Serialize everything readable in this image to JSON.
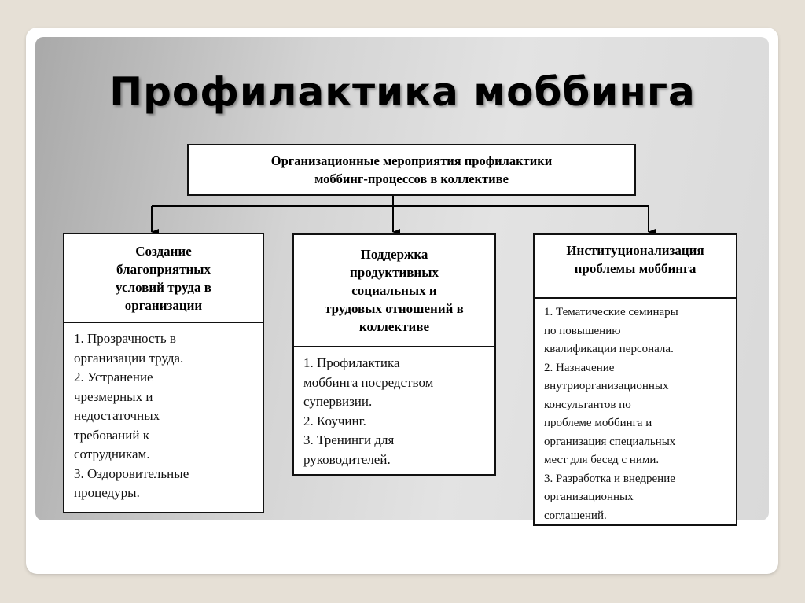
{
  "title": "Профилактика моббинга",
  "top_box": "Организационные мероприятия профилактики\nмоббинг-процессов в коллективе",
  "columns": [
    {
      "heading": "Создание\nблагоприятных\nусловий труда в\nорганизации",
      "items": [
        "1. Прозрачность в\nорганизации труда.",
        "2. Устранение\nчрезмерных и\nнедостаточных\nтребований к\nсотрудникам.",
        "3. Оздоровительные\nпроцедуры."
      ]
    },
    {
      "heading": "Поддержка\nпродуктивных\nсоциальных и\nтрудовых отношений в\nколлективе",
      "items": [
        "1. Профилактика\nмоббинга посредством\nсупервизии.",
        "2. Коучинг.",
        "3. Тренинги для\nруководителей."
      ]
    },
    {
      "heading": "Институционализация\nпроблемы моббинга",
      "items": [
        "1. Тематические семинары\nпо повышению\nквалификации персонала.",
        "2. Назначение\nвнутриорганизационных\nконсультантов по\nпроблеме моббинга и\nорганизация специальных\nмест для бесед с ними.",
        "3. Разработка и внедрение\nорганизационных\nсоглашений."
      ]
    }
  ]
}
